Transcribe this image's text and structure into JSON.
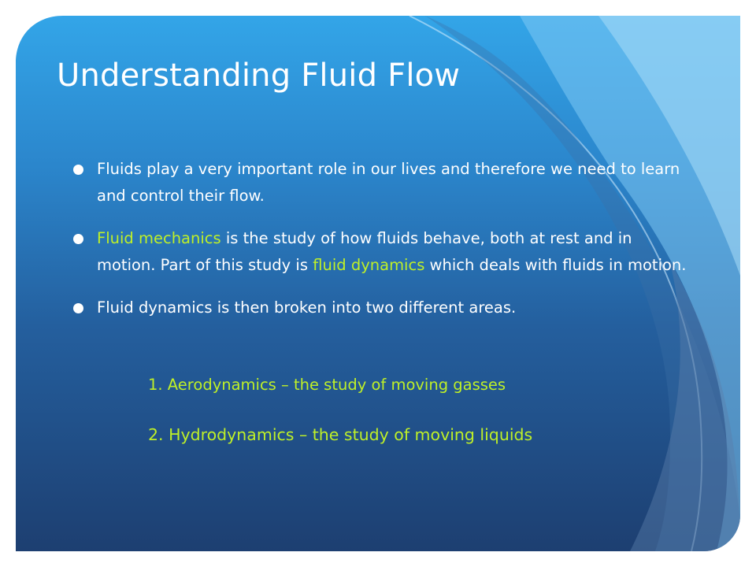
{
  "slide": {
    "title": "Understanding Fluid Flow",
    "bullets": [
      {
        "text": "Fluids play a very important role in our lives and therefore we need to learn and control their flow."
      },
      {
        "highlight_1": "Fluid mechanics",
        "text_1": " is the study of how fluids behave, both at rest and in motion. Part of this study is ",
        "highlight_2": "fluid dynamics",
        "text_2": " which deals with fluids in motion."
      },
      {
        "text": "Fluid dynamics is then broken into two different areas."
      }
    ],
    "sub_items": [
      "1. Aerodynamics – the study of moving gasses",
      "2. Hydrodynamics – the study of moving liquids"
    ]
  },
  "colors": {
    "highlight": "#bff027",
    "text": "#ffffff",
    "background_top": "#33a5e8",
    "background_bottom": "#1d3f71"
  }
}
